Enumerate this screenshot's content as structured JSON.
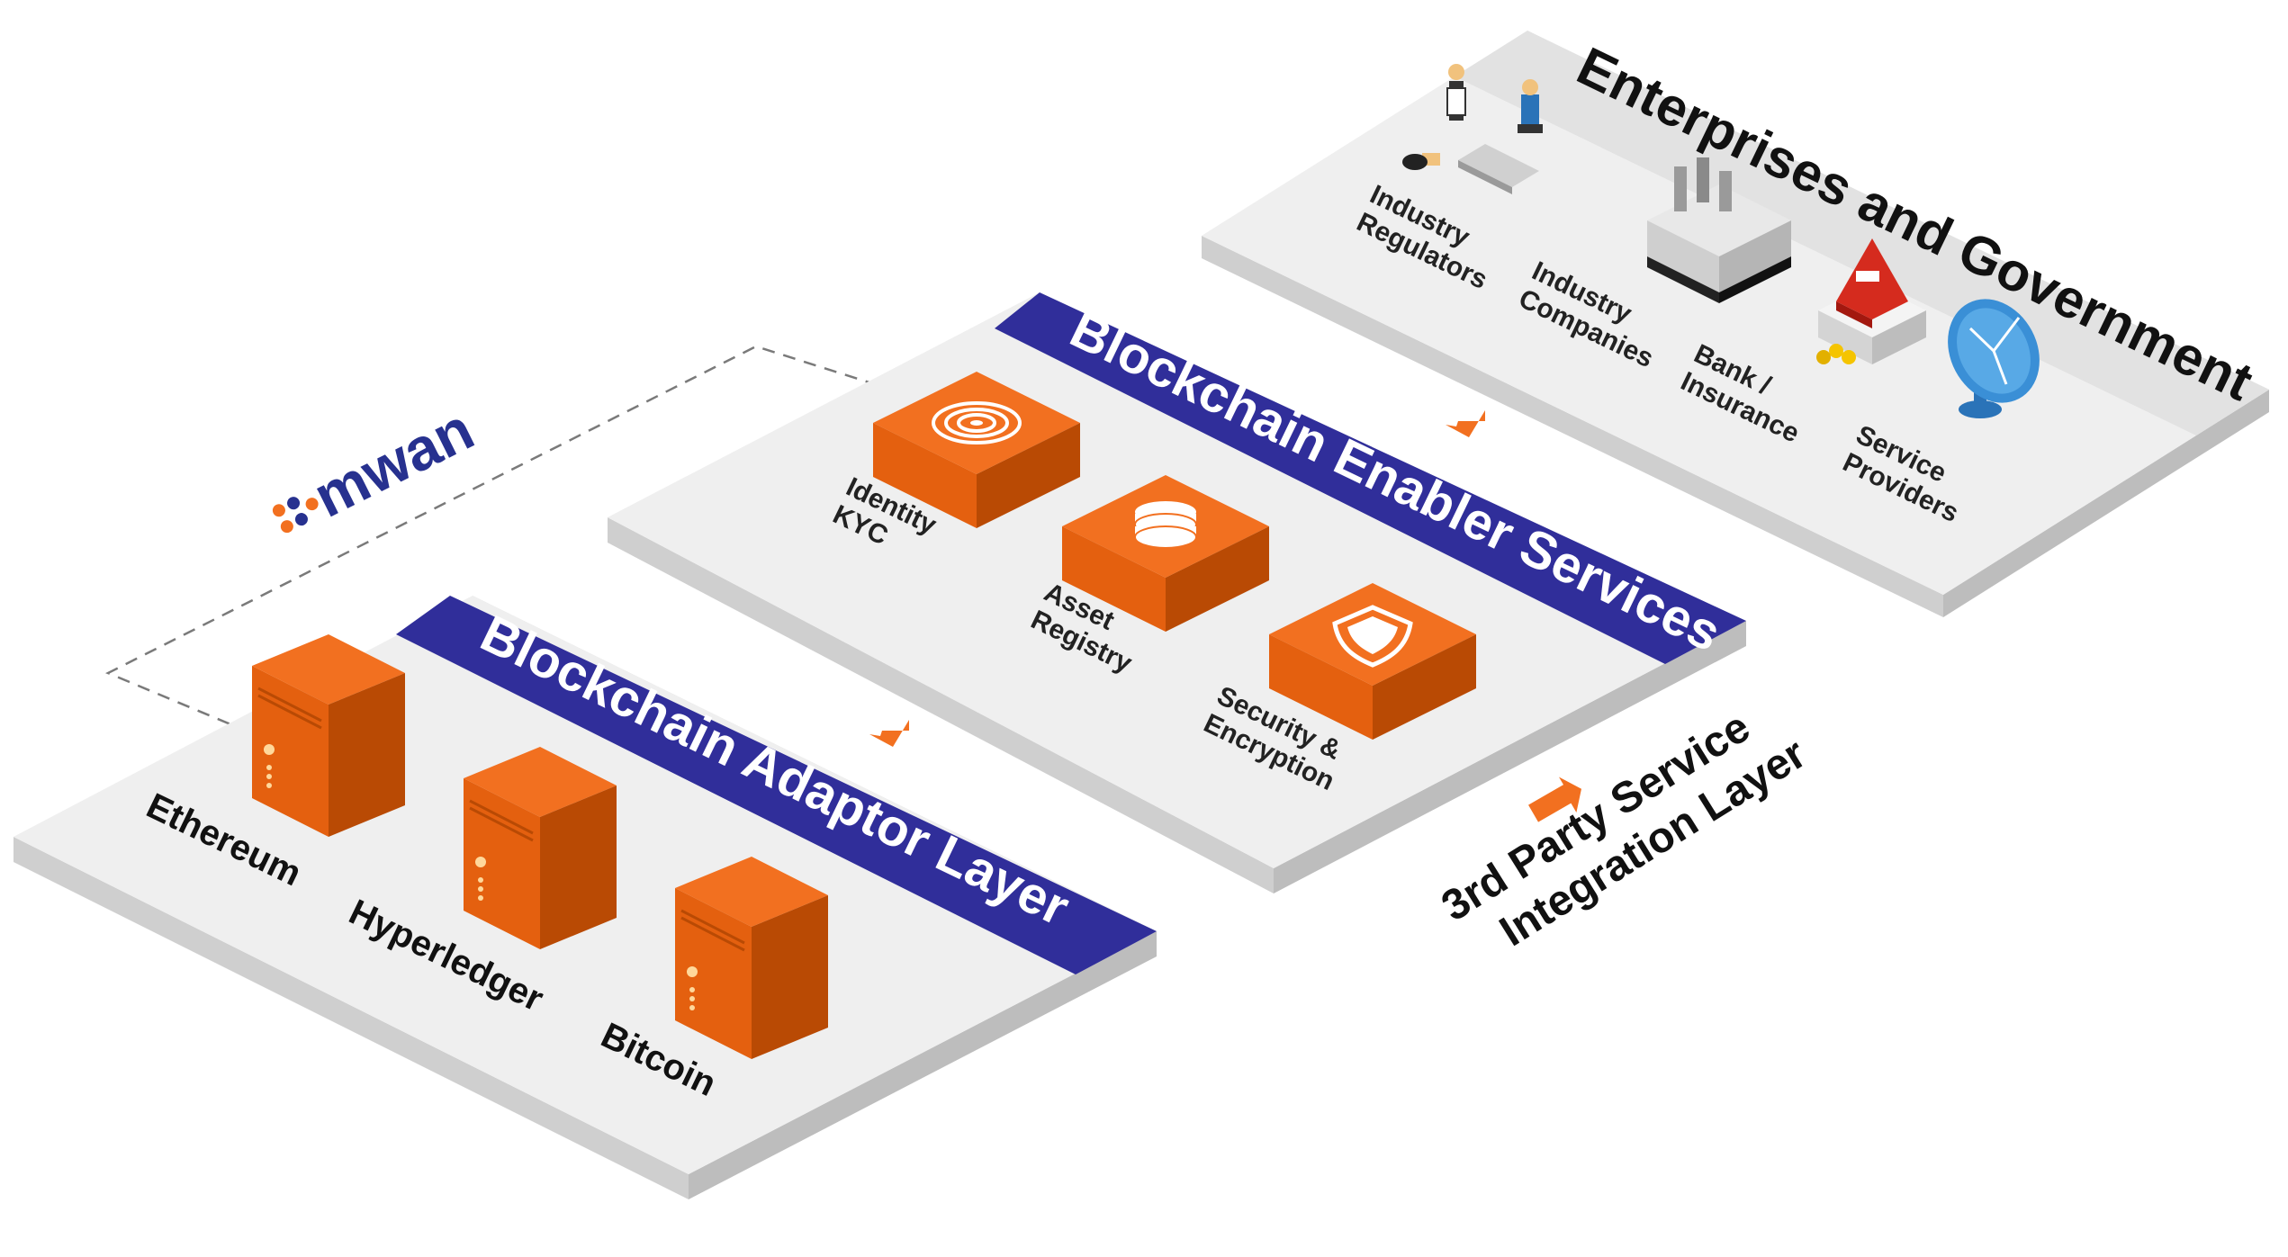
{
  "logo": {
    "text": "mwan"
  },
  "colors": {
    "orange_top": "#f27020",
    "orange_left": "#e4600f",
    "orange_right": "#b94a04",
    "band_navy": "#302e9a",
    "platform_top": "#efefef",
    "platform_side": "#d6d6d6"
  },
  "enterprise_layer": {
    "title": "Enterprises and Government",
    "items": [
      {
        "label": [
          "Industry",
          "Regulators"
        ],
        "icon": "people-at-desk-icon"
      },
      {
        "label": [
          "Industry",
          "Companies"
        ],
        "icon": "factory-icon"
      },
      {
        "label": [
          "Bank /",
          "Insurance"
        ],
        "icon": "bank-icon"
      },
      {
        "label": [
          "Service",
          "Providers"
        ],
        "icon": "satellite-dish-icon"
      }
    ]
  },
  "enabler_layer": {
    "title": "Blockchain Enabler Services",
    "items": [
      {
        "label": [
          "Identity",
          "KYC"
        ],
        "icon": "fingerprint-icon"
      },
      {
        "label": [
          "Asset",
          "Registry"
        ],
        "icon": "database-icon"
      },
      {
        "label": [
          "Security &",
          "Encryption"
        ],
        "icon": "shield-icon"
      }
    ]
  },
  "adaptor_layer": {
    "title": "Blockchain Adaptor Layer",
    "items": [
      {
        "label": "Ethereum",
        "icon": "server-icon"
      },
      {
        "label": "Hyperledger",
        "icon": "server-icon"
      },
      {
        "label": "Bitcoin",
        "icon": "server-icon"
      }
    ]
  },
  "integration_label": [
    "3rd Party Service",
    "Integration Layer"
  ]
}
